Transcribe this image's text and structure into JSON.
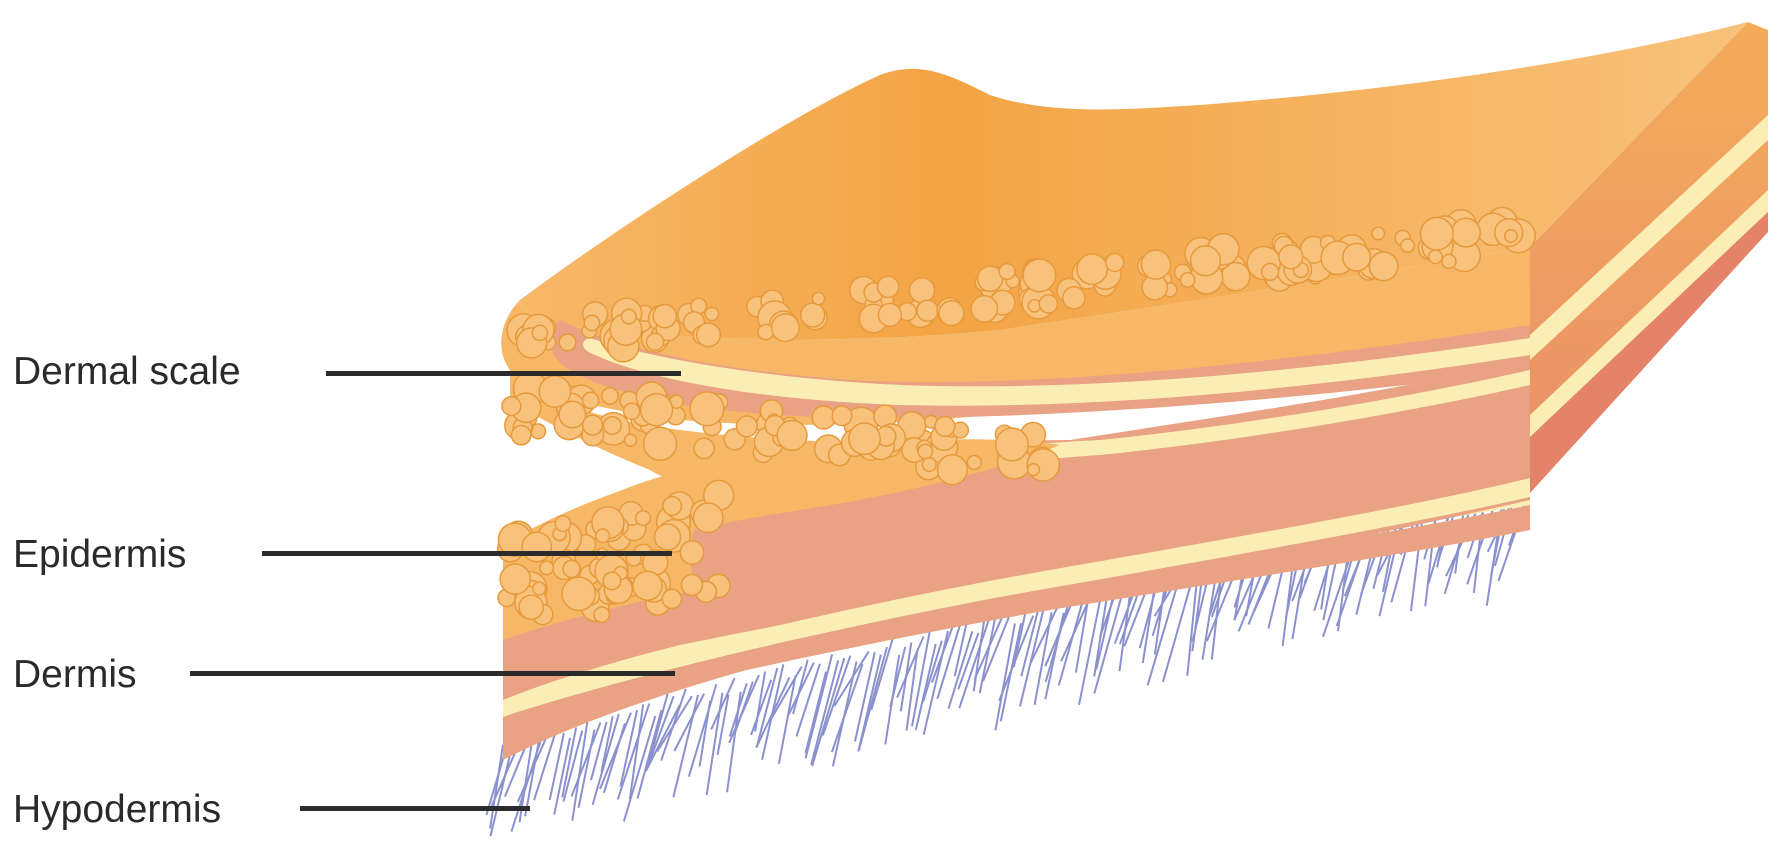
{
  "labels": {
    "dermal_scale": "Dermal scale",
    "epidermis": "Epidermis",
    "dermis": "Dermis",
    "hypodermis": "Hypodermis"
  },
  "colors": {
    "epidermis_top": "#f4a64b",
    "epidermis_light": "#f8c278",
    "cell_fill": "#f6b866",
    "cell_stroke": "#e69a3c",
    "dermis_pink": "#e9a283",
    "dermis_band": "#fbeeb4",
    "side_face": "#e4826a",
    "hair": "#7e86c8",
    "leader_line": "#2b2b2b"
  }
}
